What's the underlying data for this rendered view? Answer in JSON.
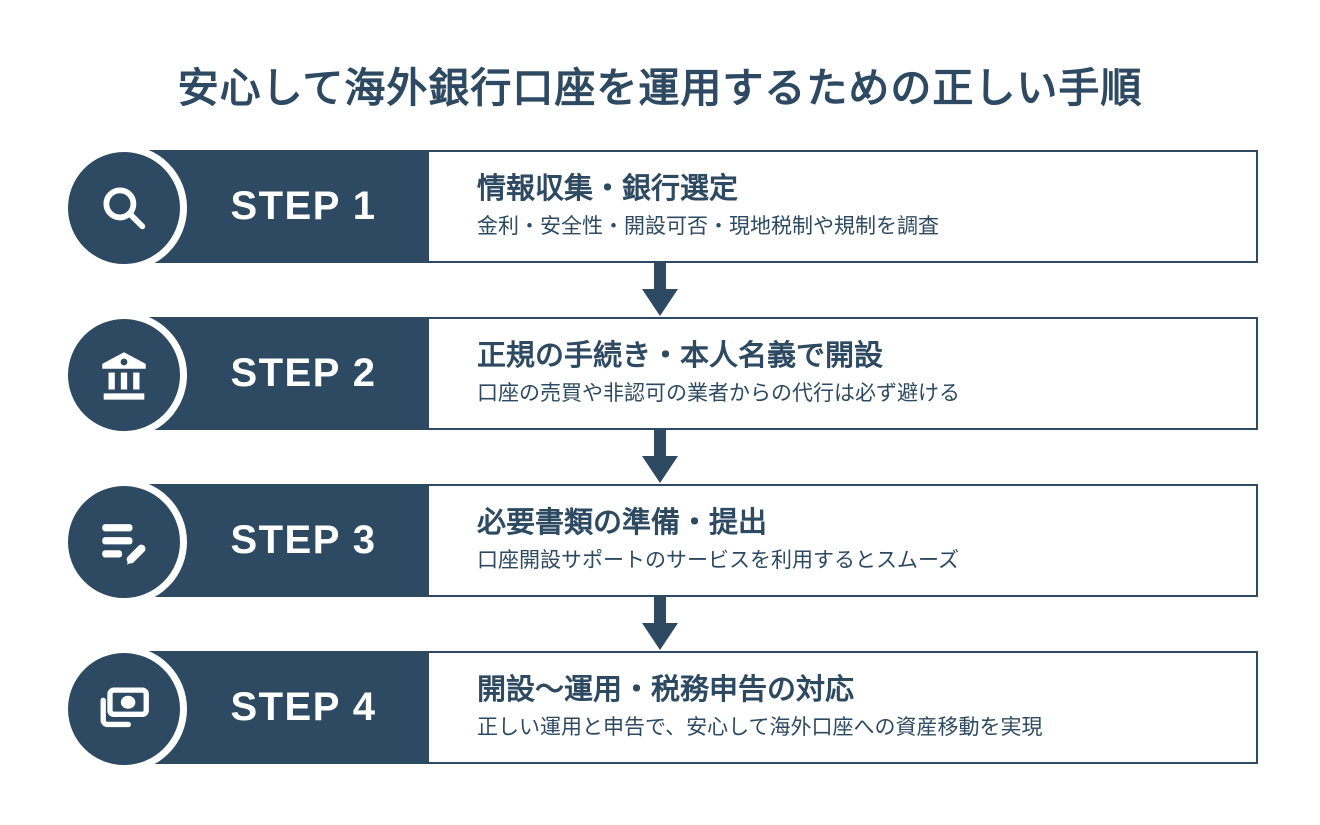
{
  "title": "安心して海外銀行口座を運用するための正しい手順",
  "colors": {
    "navy": "#2e4a62",
    "background": "#ffffff",
    "step_label_text": "#ffffff"
  },
  "steps": [
    {
      "label": "STEP 1",
      "icon": "search-icon",
      "heading": "情報収集・銀行選定",
      "description": "金利・安全性・開設可否・現地税制や規制を調査"
    },
    {
      "label": "STEP 2",
      "icon": "bank-icon",
      "heading": "正規の手続き・本人名義で開設",
      "description": "口座の売買や非認可の業者からの代行は必ず避ける"
    },
    {
      "label": "STEP 3",
      "icon": "document-edit-icon",
      "heading": "必要書類の準備・提出",
      "description": "口座開設サポートのサービスを利用するとスムーズ"
    },
    {
      "label": "STEP 4",
      "icon": "banknote-icon",
      "heading": "開設〜運用・税務申告の対応",
      "description": "正しい運用と申告で、安心して海外口座への資産移動を実現"
    }
  ],
  "connectors": {
    "icon": "down-arrow-icon",
    "count": 3
  }
}
